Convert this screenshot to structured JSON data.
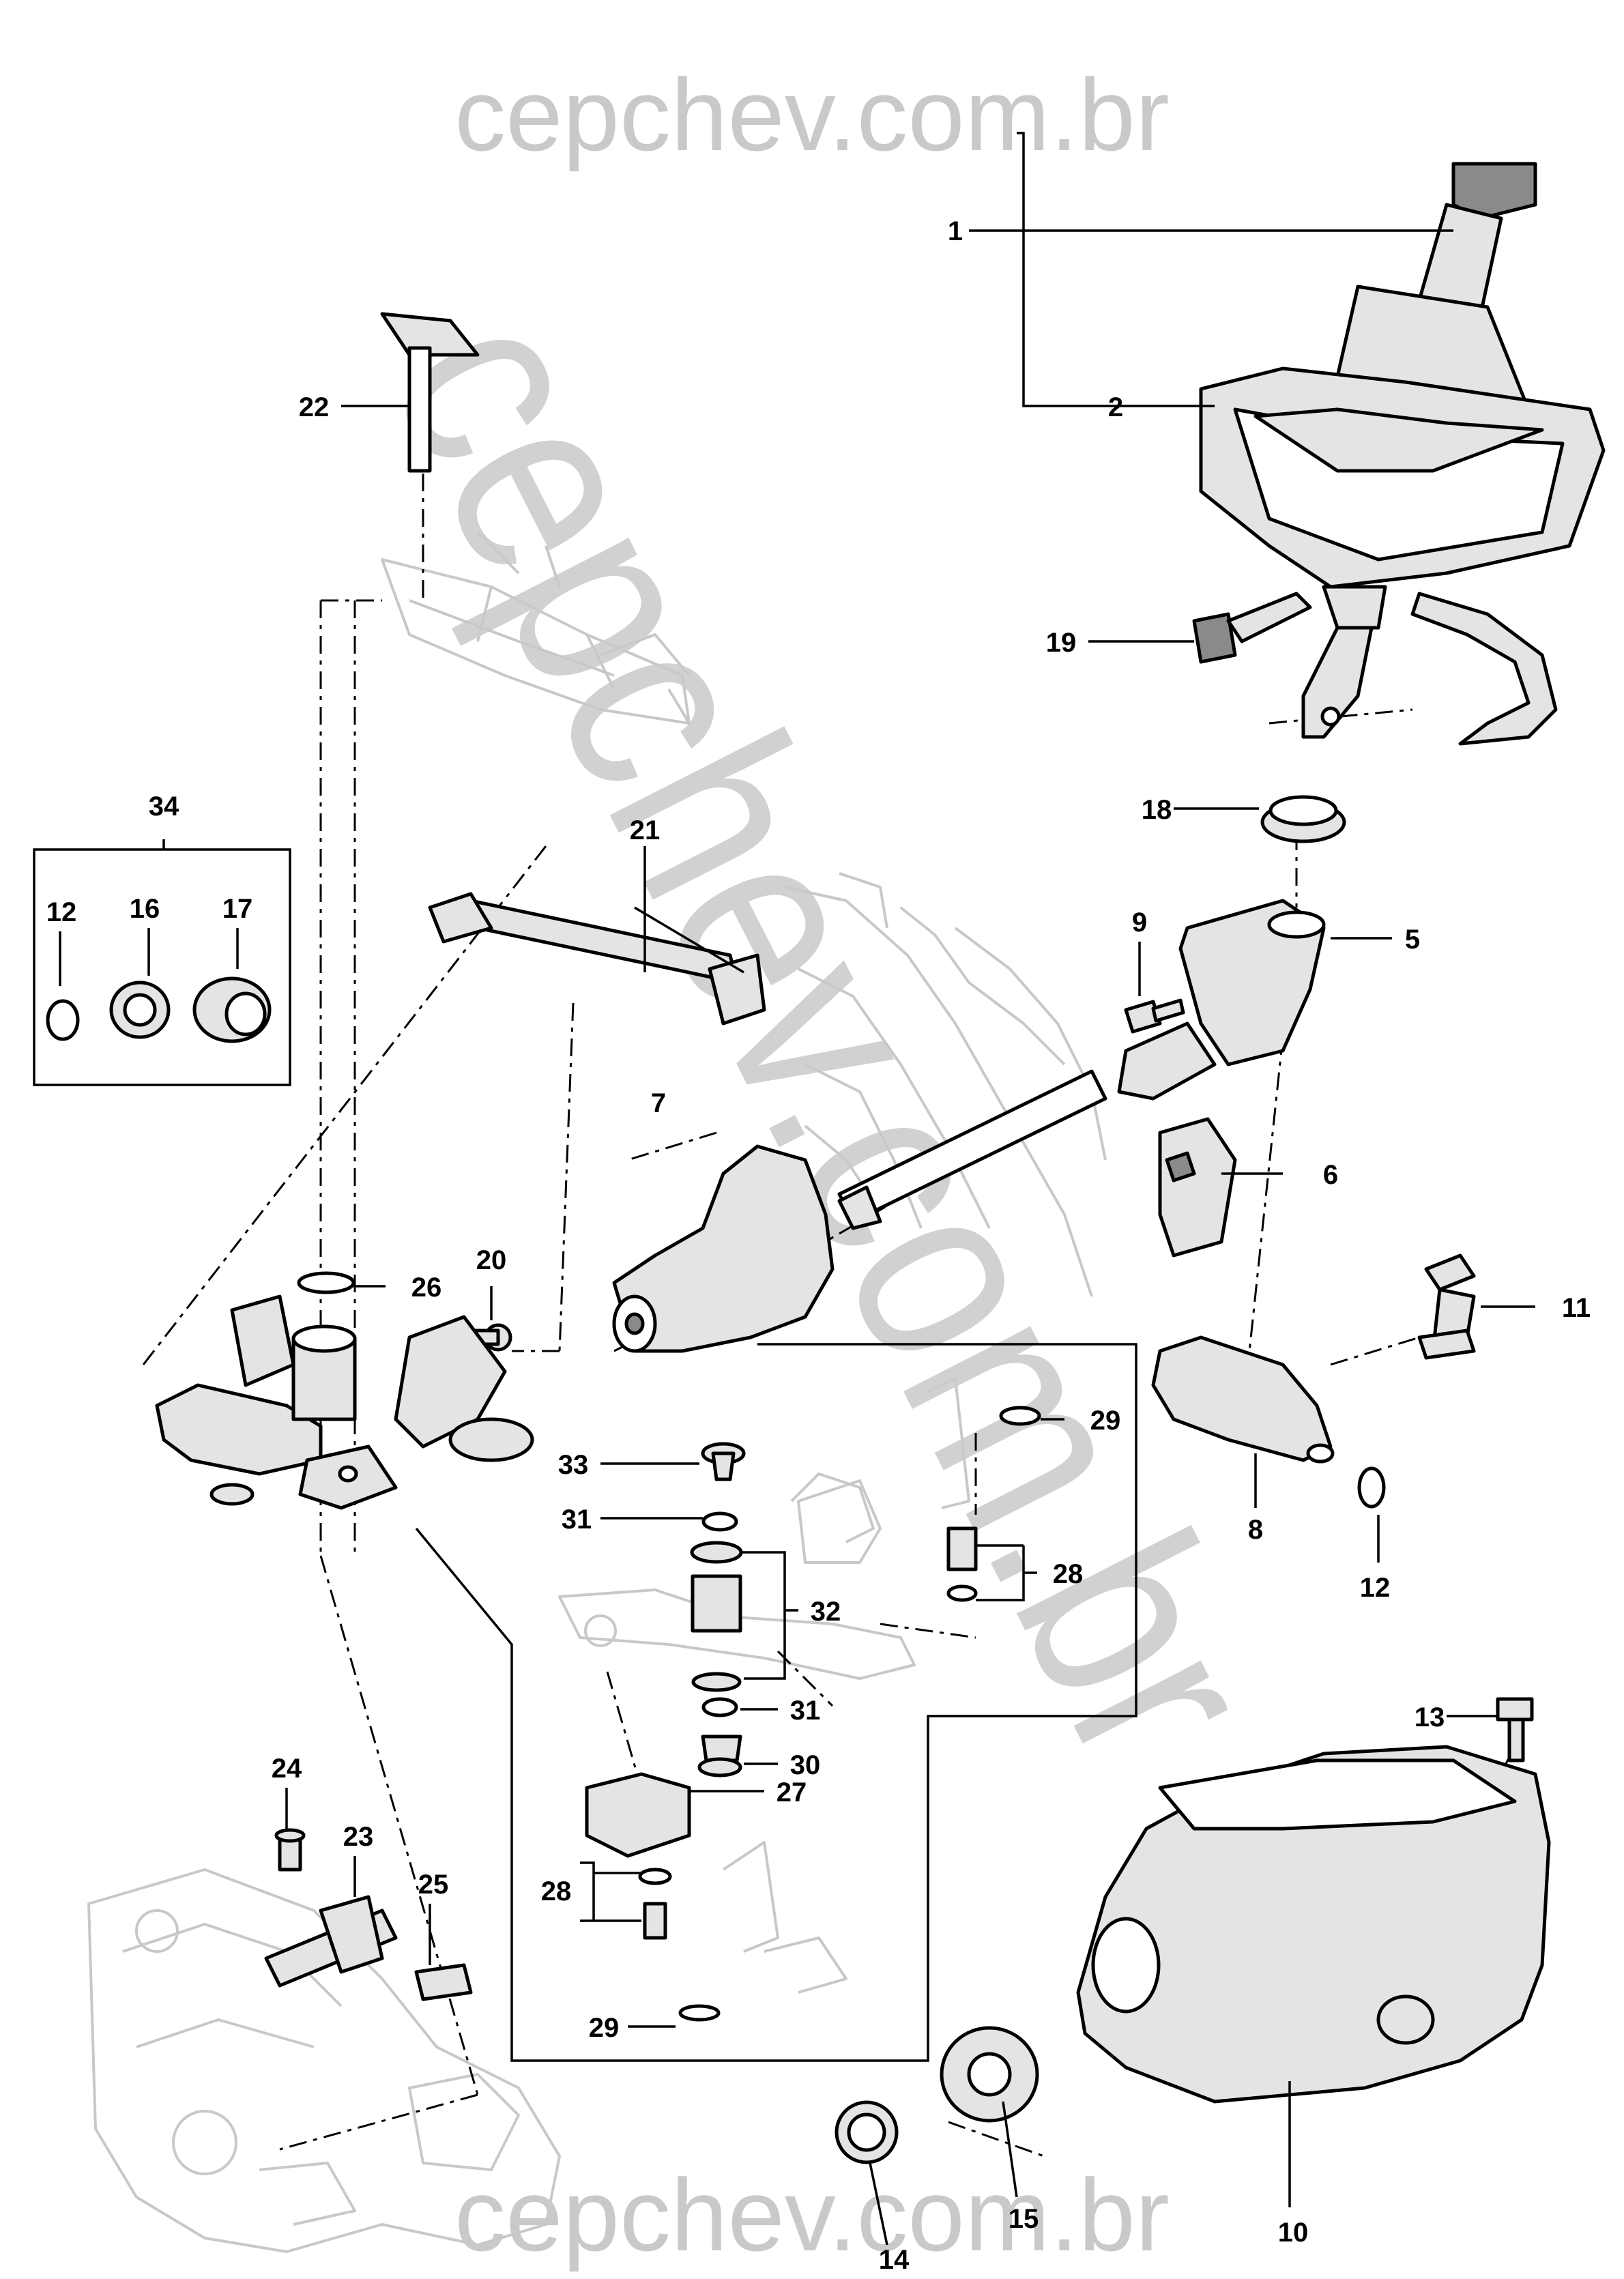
{
  "watermarks": {
    "top": "cepchev.com.br",
    "diagonal": "cepchev.com.br",
    "bottom": "cepchev.com.br"
  },
  "callouts": {
    "c1": "1",
    "c2": "2",
    "c5": "5",
    "c6": "6",
    "c7": "7",
    "c8": "8",
    "c9": "9",
    "c10": "10",
    "c11": "11",
    "c12a": "12",
    "c12b": "12",
    "c13": "13",
    "c14": "14",
    "c15": "15",
    "c16": "16",
    "c17": "17",
    "c18": "18",
    "c19": "19",
    "c20": "20",
    "c21": "21",
    "c22": "22",
    "c23": "23",
    "c24": "24",
    "c25": "25",
    "c26": "26",
    "c27": "27",
    "c28a": "28",
    "c28b": "28",
    "c29a": "29",
    "c29b": "29",
    "c30": "30",
    "c31a": "31",
    "c31b": "31",
    "c32": "32",
    "c33": "33",
    "c34": "34"
  }
}
